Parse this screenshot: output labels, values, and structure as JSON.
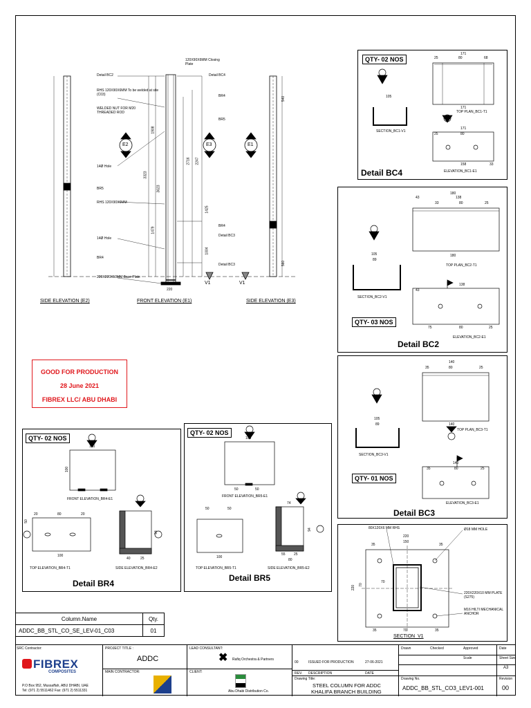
{
  "drawing": {
    "side_e2": "SIDE ELEVATION (E2)",
    "front_e1": "FRONT ELEVATION (E1)",
    "side_e3": "SIDE ELEVATION (E3)",
    "marker_e2": "E2",
    "marker_e3": "E3",
    "marker_e1": "E1",
    "v1a": "V1",
    "v1b": "V1",
    "notes": {
      "detail_bc2": "Detail BC2",
      "detail_bc4": "Detail BC4",
      "closing": "120X90X6MM Closing Plate",
      "rhs_a": "RHS 120X90X6MM To be welded at site (C03)",
      "welded_nut": "WELDED NUT FOR M20 THREADED ROD",
      "hole": "14Ø Hole",
      "br5": "BR5",
      "br4": "BR4",
      "rhs_b": "RHS 120X90X6MM",
      "hole2": "14Ø Hole",
      "br4b": "BR4",
      "br4c": "BR4",
      "detail_bc3": "Detail BC3",
      "detail_bc3b": "Detail BC3",
      "base": "220X220X10MM Base Plate",
      "br5b": "BR5"
    },
    "dims": [
      "3323",
      "1908",
      "3623",
      "2716",
      "2247",
      "1425",
      "1479",
      "1004",
      "220",
      "560",
      "540"
    ]
  },
  "bc4": {
    "qty": "QTY- 02 NOS",
    "detail": "Detail BC4",
    "section": "SECTION_BC1-V1",
    "top_plan": "TOP PLAN_BC1-T1",
    "elevation": "ELEVATION_BC1-E1",
    "dims": [
      "171",
      "25",
      "80",
      "68",
      "105",
      "171",
      "171",
      "25",
      "80",
      "158",
      "33"
    ]
  },
  "bc2": {
    "qty": "QTY- 03 NOS",
    "detail": "Detail BC2",
    "section": "SECTION_BC2-V1",
    "top_plan": "TOP PLAN_BC2-T1",
    "elevation": "ELEVATION_BC2-E1",
    "dims": [
      "180",
      "43",
      "138",
      "33",
      "80",
      "25",
      "105",
      "89",
      "180",
      "138",
      "43",
      "75",
      "80",
      "25"
    ]
  },
  "bc3": {
    "qty": "QTY- 01 NOS",
    "detail": "Detail BC3",
    "section": "SECTION_BC3-V1",
    "top_plan": "TOP PLAN_BC3-T1",
    "elevation": "ELEVATION_BC3-E1",
    "dims": [
      "140",
      "35",
      "80",
      "25",
      "105",
      "89",
      "140",
      "140",
      "35",
      "80",
      "25"
    ]
  },
  "stamp": {
    "line1": "GOOD FOR PRODUCTION",
    "line2": "28 June 2021",
    "line3": "FIBREX LLC/ ABU DHABI"
  },
  "br4": {
    "qty": "QTY- 02 NOS",
    "detail": "Detail BR4",
    "front": "FRONT ELEVATION_BR4-E1",
    "top": "TOP ELEVATION_BR4-T1",
    "side": "SIDE ELEVATION_BR4-E2",
    "dims": [
      "100",
      "100",
      "20",
      "80",
      "20",
      "100",
      "40",
      "25",
      "94",
      "50"
    ]
  },
  "br5": {
    "qty": "QTY- 02 NOS",
    "detail": "Detail BR5",
    "front": "FRONT ELEVATION_BR5-E1",
    "top": "TOP ELEVATION_BR5-T1",
    "side": "SIDE ELEVATION_BR5-E2",
    "dims": [
      "100",
      "50",
      "50",
      "50",
      "50",
      "100",
      "74",
      "55",
      "25",
      "80",
      "94"
    ]
  },
  "section_v1": {
    "title": "SECTION_V1",
    "dims": [
      "220",
      "150",
      "35",
      "35",
      "70",
      "70",
      "70",
      "35",
      "35",
      "220"
    ],
    "notes": {
      "rhs": "80X120X6 MM RHS",
      "hole": "Ø18 MM HOLE",
      "base": "220X220X10 MM PLATE (S275)",
      "anchor": "M16 HILTI MECHANICAL ANCHOR"
    }
  },
  "column_table": {
    "headers": [
      "Column.Name",
      "Qty."
    ],
    "rows": [
      [
        "ADDC_BB_STL_CO_SE_LEV-01_C03",
        "01"
      ]
    ]
  },
  "title_block": {
    "src_contractor": "SRC Contractor:",
    "logo_name": "FIBREX",
    "logo_sub": "COMPOSITES",
    "address": "P.O Box 952, Mussaffah, ABU DHABI, UAE",
    "tel": "Tel: (971 2) 5511462    Fax: (971 2) 5511331",
    "project_title_label": "PROJECT TITLE :",
    "project": "ADDC",
    "main_contractor": "MAIN CONTRACTOR:",
    "lead_consultant": "LEAD CONSULTANT:",
    "consultant_name": "Rafiq Orchestra & Partners",
    "client": "CLIENT:",
    "client_name": "Abu Dhabi Distribution Co.",
    "rev_row_no": "00",
    "rev_row_desc": "ISSUED FOR PRODUCTION",
    "rev_row_date": "27-06-2021",
    "rev_label": "REV.",
    "desc_label": "DESCRIPTION",
    "date_label": "DATE",
    "drawing_title_label": "Drawing Title:",
    "drawing_title_1": "STEEL COLUMN FOR ADDC",
    "drawing_title_2": "KHALIFA BRANCH BUILDING",
    "drawn": "Drawn",
    "checked": "Checked",
    "approved": "Approved",
    "date": "Date",
    "scale": "Scale",
    "sheet_size": "Sheet Size",
    "sheet_value": "A3",
    "drawing_no_label": "Drawing No.",
    "revision_label": "Revision",
    "drawing_no": "ADDC_BB_STL_CO3_LEV1-001",
    "revision": "00"
  }
}
